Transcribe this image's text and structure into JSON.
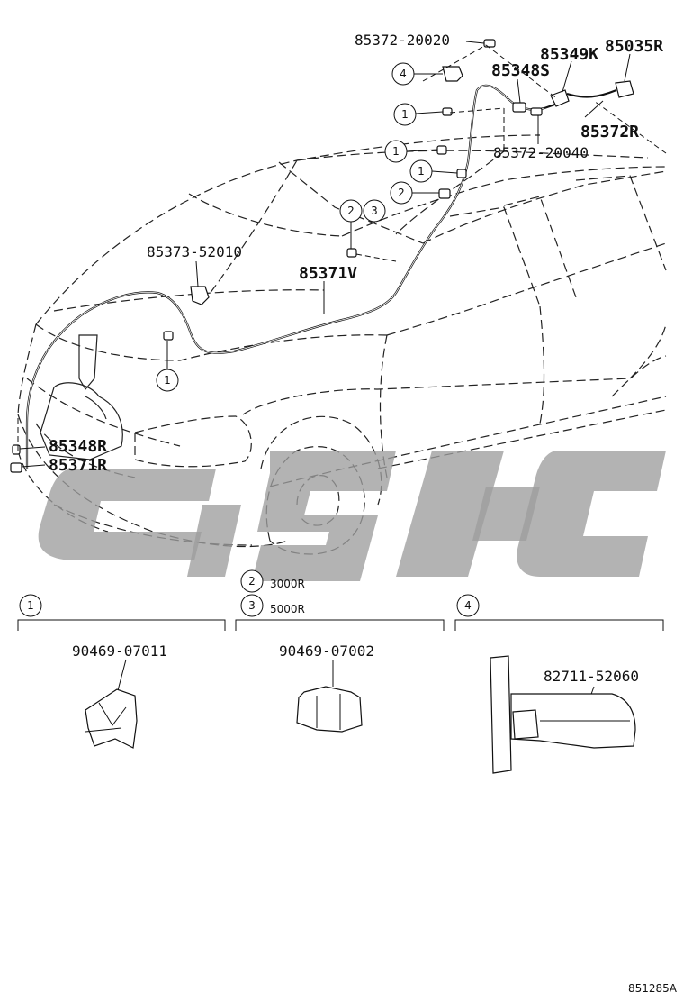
{
  "parts": {
    "p1": "85372-20020",
    "p2": "85349K",
    "p3": "85035R",
    "p4": "85348S",
    "p5": "85372R",
    "p6": "85372-20040",
    "p7": "85373-52010",
    "p8": "85371V",
    "p9": "85348R",
    "p10": "85371R"
  },
  "callouts": {
    "c1": "1",
    "c2": "2",
    "c3": "3",
    "c4": "4"
  },
  "notes": {
    "n2": "3000R",
    "n3": "5000R"
  },
  "details": {
    "d1_part": "90469-07011",
    "d3_part": "90469-07002",
    "d4_part": "82711-52060"
  },
  "diagram_code": "851285A"
}
